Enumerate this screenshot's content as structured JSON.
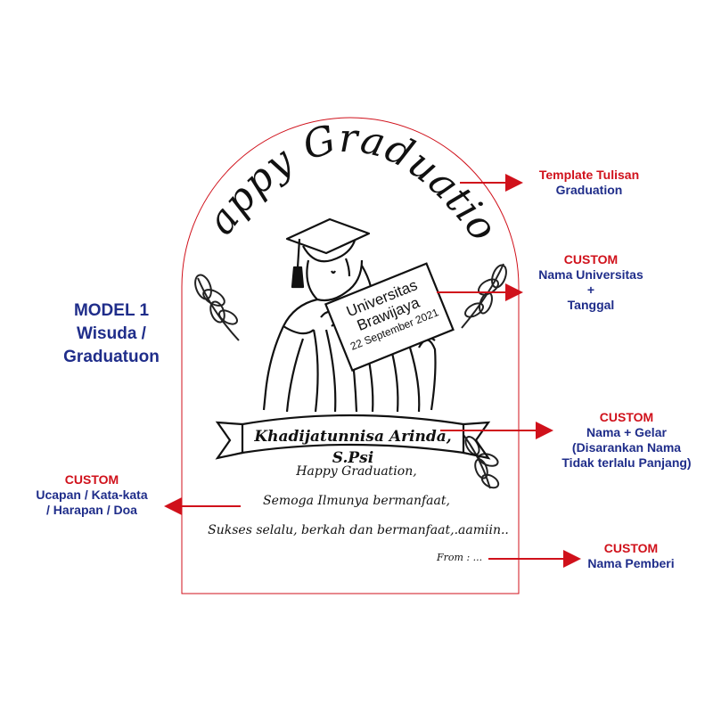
{
  "model": {
    "line1": "MODEL 1",
    "line2": "Wisuda /",
    "line3": "Graduatuon"
  },
  "plaque": {
    "heading": "Happy Graduation",
    "sign_line1": "Universitas",
    "sign_line2": "Brawijaya",
    "sign_date": "22 September 2021",
    "name_banner": "Khadijatunnisa Arinda, S.Psi",
    "message_line1": "Happy Graduation,",
    "message_line2": "Semoga Ilmunya bermanfaat,",
    "message_line3": "Sukses selalu, berkah dan bermanfaat,.aamiin..",
    "from": "From : ..."
  },
  "annotations": {
    "template": {
      "line1": "Template Tulisan",
      "line2": "Graduation"
    },
    "university": {
      "head": "CUSTOM",
      "line1": "Nama Universitas",
      "line2": "+",
      "line3": "Tanggal"
    },
    "name": {
      "head": "CUSTOM",
      "line1": "Nama + Gelar",
      "line2": "(Disarankan Nama",
      "line3": "Tidak terlalu Panjang)"
    },
    "message": {
      "head": "CUSTOM",
      "line1": "Ucapan / Kata-kata",
      "line2": "/ Harapan / Doa"
    },
    "giver": {
      "head": "CUSTOM",
      "line1": "Nama Pemberi"
    }
  },
  "colors": {
    "outline_red": "#d0111b",
    "label_blue": "#1f2d8a",
    "ink": "#111111"
  }
}
